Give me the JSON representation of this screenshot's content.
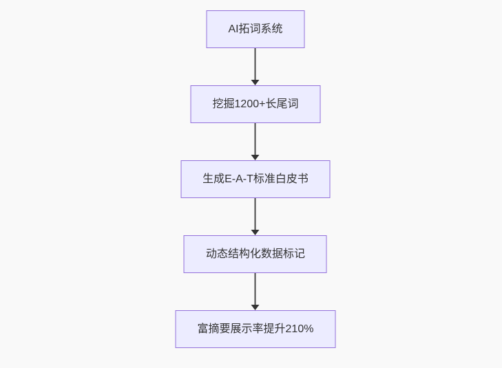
{
  "flowchart": {
    "title": "SEO AI workflow flowchart",
    "nodes": [
      {
        "id": "A",
        "label": "AI拓词系统"
      },
      {
        "id": "B",
        "label": "挖掘1200+长尾词"
      },
      {
        "id": "C",
        "label": "生成E-A-T标准白皮书"
      },
      {
        "id": "D",
        "label": "动态结构化数据标记"
      },
      {
        "id": "E",
        "label": "富摘要展示率提升210%"
      }
    ],
    "edges": [
      {
        "from": "A",
        "to": "B"
      },
      {
        "from": "B",
        "to": "C"
      },
      {
        "from": "C",
        "to": "D"
      },
      {
        "from": "D",
        "to": "E"
      }
    ],
    "colors": {
      "node_fill": "#ECECFF",
      "node_border": "#9370DB",
      "text": "#333333",
      "arrow": "#333333",
      "background": "#f9f9f9"
    }
  }
}
